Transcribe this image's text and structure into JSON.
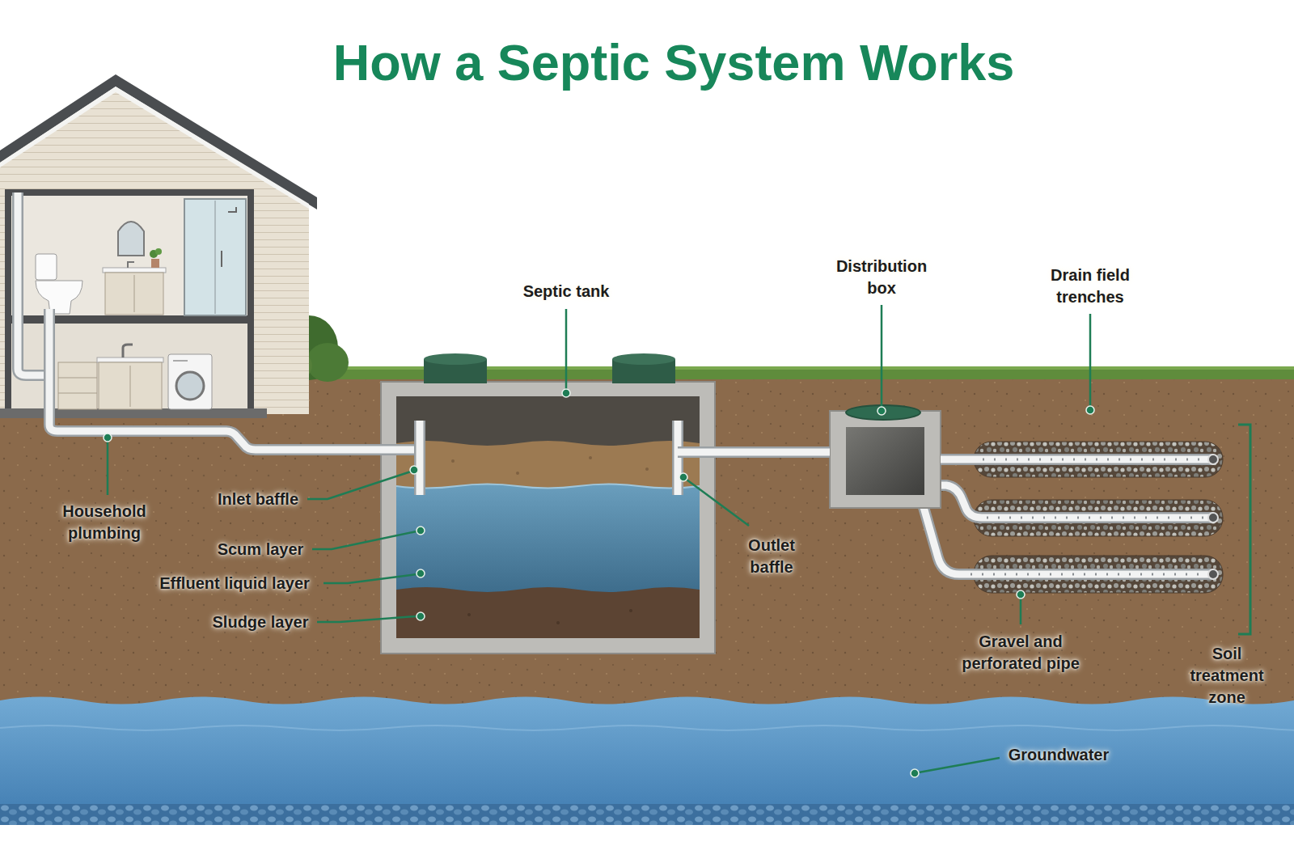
{
  "diagram": {
    "title": "How a Septic System Works",
    "nodes": [
      {
        "text": [
          "Septic tank"
        ]
      },
      {
        "text": [
          "Distribution box"
        ]
      },
      {
        "text": [
          "Drain field trenches"
        ]
      }
    ],
    "edges": [
      {
        "from": 0,
        "to": 1,
        "arrow": "none"
      },
      {
        "from": 1,
        "to": 2,
        "arrow": "none"
      }
    ],
    "labels": [
      "Household plumbing",
      "Inlet baffle",
      "Scum layer",
      "Effluent liquid layer",
      "Sludge layer",
      "Outlet baffle",
      "Gravel and perforated pipe",
      "Soil treatment zone",
      "Groundwater"
    ]
  }
}
